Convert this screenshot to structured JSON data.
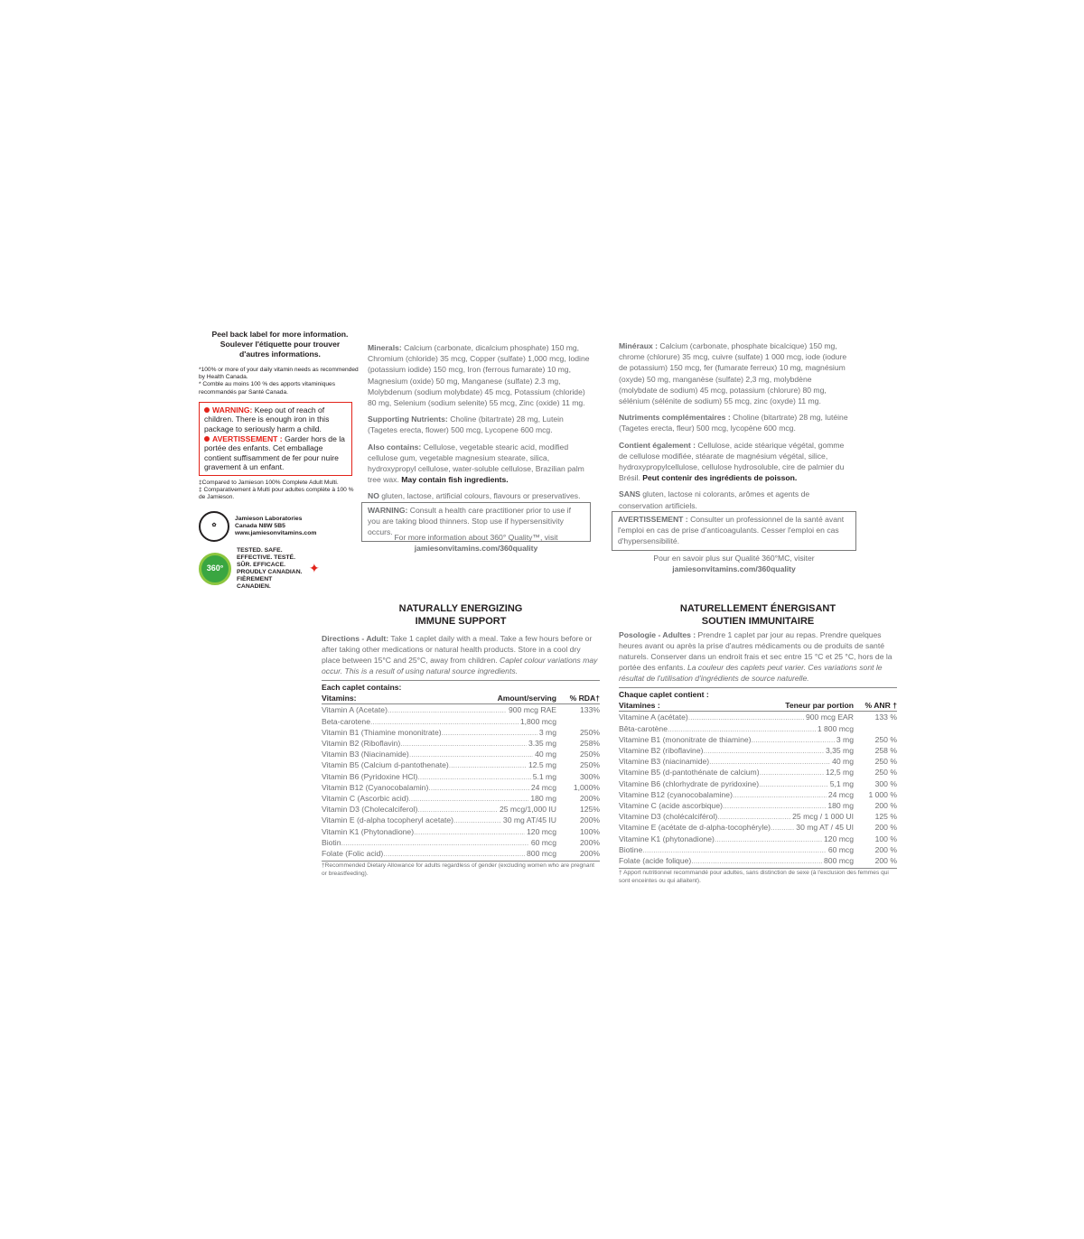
{
  "left": {
    "peel_en": "Peel back label for more information.",
    "peel_fr": "Soulever l'étiquette pour trouver d'autres informations.",
    "footnote_en": "*100% or more of your daily vitamin needs as recommended by Health Canada.",
    "footnote_fr": "* Comble au moins 100 % des apports vitaminiques recommandés par Santé Canada.",
    "warning_label": "WARNING:",
    "warning_text": "Keep out of reach of children. There is enough iron in this package to seriously harm a child.",
    "avert_label": "AVERTISSEMENT :",
    "avert_text": "Garder hors de la portée des enfants. Cet emballage contient suffisamment de fer pour nuire gravement à un enfant.",
    "compared_en": "‡Compared to Jamieson 100% Complete Adult Multi.",
    "compared_fr": "‡ Comparativement à Multi pour adultes complète à 100 % de Jamieson.",
    "company_name": "Jamieson Laboratories",
    "company_address": "Canada  N8W 5B5",
    "company_url": "www.jamiesonvitamins.com",
    "tested_text": "TESTED. SAFE. EFFECTIVE. TESTÉ. SÛR. EFFICACE. PROUDLY CANADIAN. FIÈREMENT CANADIEN.",
    "badge_360": "360°"
  },
  "en_top": {
    "minerals_label": "Minerals:",
    "minerals_text": "Calcium (carbonate, dicalcium phosphate) 150 mg, Chromium (chloride) 35 mcg, Copper (sulfate) 1,000 mcg, Iodine (potassium iodide) 150 mcg, Iron (ferrous fumarate) 10 mg, Magnesium (oxide) 50 mg, Manganese (sulfate) 2.3 mg, Molybdenum (sodium molybdate) 45 mcg, Potassium (chloride) 80 mg, Selenium (sodium selenite) 55 mcg, Zinc (oxide) 11 mg.",
    "supporting_label": "Supporting Nutrients:",
    "supporting_text": "Choline (bitartrate) 28 mg, Lutein (Tagetes erecta, flower) 500 mcg, Lycopene 600 mcg.",
    "also_label": "Also contains:",
    "also_text": "Cellulose, vegetable stearic acid, modified cellulose gum, vegetable magnesium stearate, silica, hydroxypropyl cellulose, water-soluble cellulose, Brazilian palm tree wax.",
    "also_bold": "May contain fish ingredients.",
    "no_label": "NO",
    "no_text": "gluten, lactose, artificial colours, flavours or preservatives.",
    "warning_label": "WARNING:",
    "warning_text": "Consult a health care practitioner prior to use if you are taking blood thinners. Stop use if hypersensitivity occurs.",
    "more_info": "For more information about 360° Quality™, visit",
    "more_url": "jamiesonvitamins.com/360quality"
  },
  "fr_top": {
    "minerals_label": "Minéraux :",
    "minerals_text": "Calcium (carbonate, phosphate bicalcique) 150 mg, chrome (chlorure) 35 mcg, cuivre (sulfate) 1 000 mcg, iode (iodure de potassium) 150 mcg, fer (fumarate ferreux) 10 mg, magnésium (oxyde) 50 mg, manganèse (sulfate) 2,3 mg, molybdène (molybdate de sodium) 45 mcg, potassium (chlorure) 80 mg, sélénium (sélénite de sodium) 55 mcg, zinc (oxyde) 11 mg.",
    "supporting_label": "Nutriments complémentaires :",
    "supporting_text": "Choline (bitartrate) 28 mg, lutéine (Tagetes erecta, fleur) 500 mcg, lycopène 600 mcg.",
    "also_label": "Contient également :",
    "also_text": "Cellulose, acide stéarique végétal, gomme de cellulose modifiée, stéarate de magnésium végétal, silice, hydroxypropylcellulose, cellulose hydrosoluble, cire de palmier du Brésil.",
    "also_bold": "Peut contenir des ingrédients de poisson.",
    "no_label": "SANS",
    "no_text": "gluten, lactose ni colorants, arômes et agents de conservation artificiels.",
    "warning_label": "AVERTISSEMENT :",
    "warning_text": "Consulter un professionnel de la santé avant l'emploi en cas de prise d'anticoagulants. Cesser l'emploi en cas d'hypersensibilité.",
    "more_info": "Pour en savoir plus sur Qualité 360°MC, visiter",
    "more_url": "jamiesonvitamins.com/360quality"
  },
  "en_bottom": {
    "heading1": "NATURALLY ENERGIZING",
    "heading2": "IMMUNE SUPPORT",
    "directions_label": "Directions - Adult:",
    "directions_text": "Take 1 caplet daily with a meal. Take a few hours before or after taking other medications or natural health products. Store in a cool dry place between 15°C and 25°C, away from children.",
    "directions_italic": "Caplet colour variations may occur. This is a result of using natural source ingredients.",
    "contains": "Each caplet contains:",
    "col_name": "Vitamins:",
    "col_amount": "Amount/serving",
    "col_pct": "% RDA†",
    "rows": [
      {
        "name": "Vitamin A (Acetate)",
        "amount": "900 mcg RAE",
        "pct": "133%"
      },
      {
        "name": "Beta-carotene",
        "amount": "1,800 mcg",
        "pct": ""
      },
      {
        "name": "Vitamin B1 (Thiamine mononitrate)",
        "amount": "3 mg",
        "pct": "250%"
      },
      {
        "name": "Vitamin B2 (Riboflavin)",
        "amount": "3.35 mg",
        "pct": "258%"
      },
      {
        "name": "Vitamin B3 (Niacinamide)",
        "amount": "40 mg",
        "pct": "250%"
      },
      {
        "name": "Vitamin B5 (Calcium d-pantothenate)",
        "amount": "12.5 mg",
        "pct": "250%"
      },
      {
        "name": "Vitamin B6 (Pyridoxine HCl)",
        "amount": "5.1 mg",
        "pct": "300%"
      },
      {
        "name": "Vitamin B12 (Cyanocobalamin)",
        "amount": "24 mcg",
        "pct": "1,000%"
      },
      {
        "name": "Vitamin C (Ascorbic acid)",
        "amount": "180 mg",
        "pct": "200%"
      },
      {
        "name": "Vitamin D3 (Cholecalciferol)",
        "amount": "25 mcg/1,000 IU",
        "pct": "125%"
      },
      {
        "name": "Vitamin E (d-alpha tocopheryl acetate)",
        "amount": "30 mg AT/45 IU",
        "pct": "200%"
      },
      {
        "name": "Vitamin K1 (Phytonadione)",
        "amount": "120 mcg",
        "pct": "100%"
      },
      {
        "name": "Biotin",
        "amount": "60 mcg",
        "pct": "200%"
      },
      {
        "name": "Folate (Folic acid)",
        "amount": "800 mcg",
        "pct": "200%"
      }
    ],
    "footnote": "†Recommended Dietary Allowance for adults regardless of gender (excluding women who are pregnant or breastfeeding)."
  },
  "fr_bottom": {
    "heading1": "NATURELLEMENT ÉNERGISANT",
    "heading2": "SOUTIEN IMMUNITAIRE",
    "directions_label": "Posologie - Adultes :",
    "directions_text": "Prendre 1 caplet par jour au repas. Prendre quelques heures avant ou après la prise d'autres médicaments ou de produits de santé naturels. Conserver dans un endroit frais et sec entre 15 °C et 25 °C, hors de la portée des enfants.",
    "directions_italic": "La couleur des caplets peut varier. Ces variations sont le résultat de l'utilisation d'ingrédients de source naturelle.",
    "contains": "Chaque caplet contient :",
    "col_name": "Vitamines :",
    "col_amount": "Teneur par portion",
    "col_pct": "% ANR †",
    "rows": [
      {
        "name": "Vitamine A (acétate)",
        "amount": "900 mcg EAR",
        "pct": "133 %"
      },
      {
        "name": "Bêta-carotène",
        "amount": "1 800 mcg",
        "pct": ""
      },
      {
        "name": "Vitamine B1 (mononitrate de thiamine)",
        "amount": "3 mg",
        "pct": "250 %"
      },
      {
        "name": "Vitamine B2 (riboflavine)",
        "amount": "3,35 mg",
        "pct": "258 %"
      },
      {
        "name": "Vitamine B3 (niacinamide)",
        "amount": "40 mg",
        "pct": "250 %"
      },
      {
        "name": "Vitamine B5 (d-pantothénate de calcium)",
        "amount": "12,5 mg",
        "pct": "250 %"
      },
      {
        "name": "Vitamine B6 (chlorhydrate de pyridoxine)",
        "amount": "5,1 mg",
        "pct": "300 %"
      },
      {
        "name": "Vitamine B12 (cyanocobalamine)",
        "amount": "24 mcg",
        "pct": "1 000 %"
      },
      {
        "name": "Vitamine C (acide ascorbique)",
        "amount": "180 mg",
        "pct": "200 %"
      },
      {
        "name": "Vitamine D3 (cholécalciférol)",
        "amount": "25 mcg / 1 000 UI",
        "pct": "125 %"
      },
      {
        "name": "Vitamine E (acétate de d-alpha-tocophéryle)",
        "amount": "30 mg AT / 45 UI",
        "pct": "200 %"
      },
      {
        "name": "Vitamine K1 (phytonadione)",
        "amount": "120 mcg",
        "pct": "100 %"
      },
      {
        "name": "Biotine",
        "amount": "60 mcg",
        "pct": "200 %"
      },
      {
        "name": "Folate (acide folique)",
        "amount": "800 mcg",
        "pct": "200 %"
      }
    ],
    "footnote": "† Apport nutritionnel recommandé pour adultes, sans distinction de sexe (à l'exclusion des femmes qui sont enceintes ou qui allaitent)."
  }
}
